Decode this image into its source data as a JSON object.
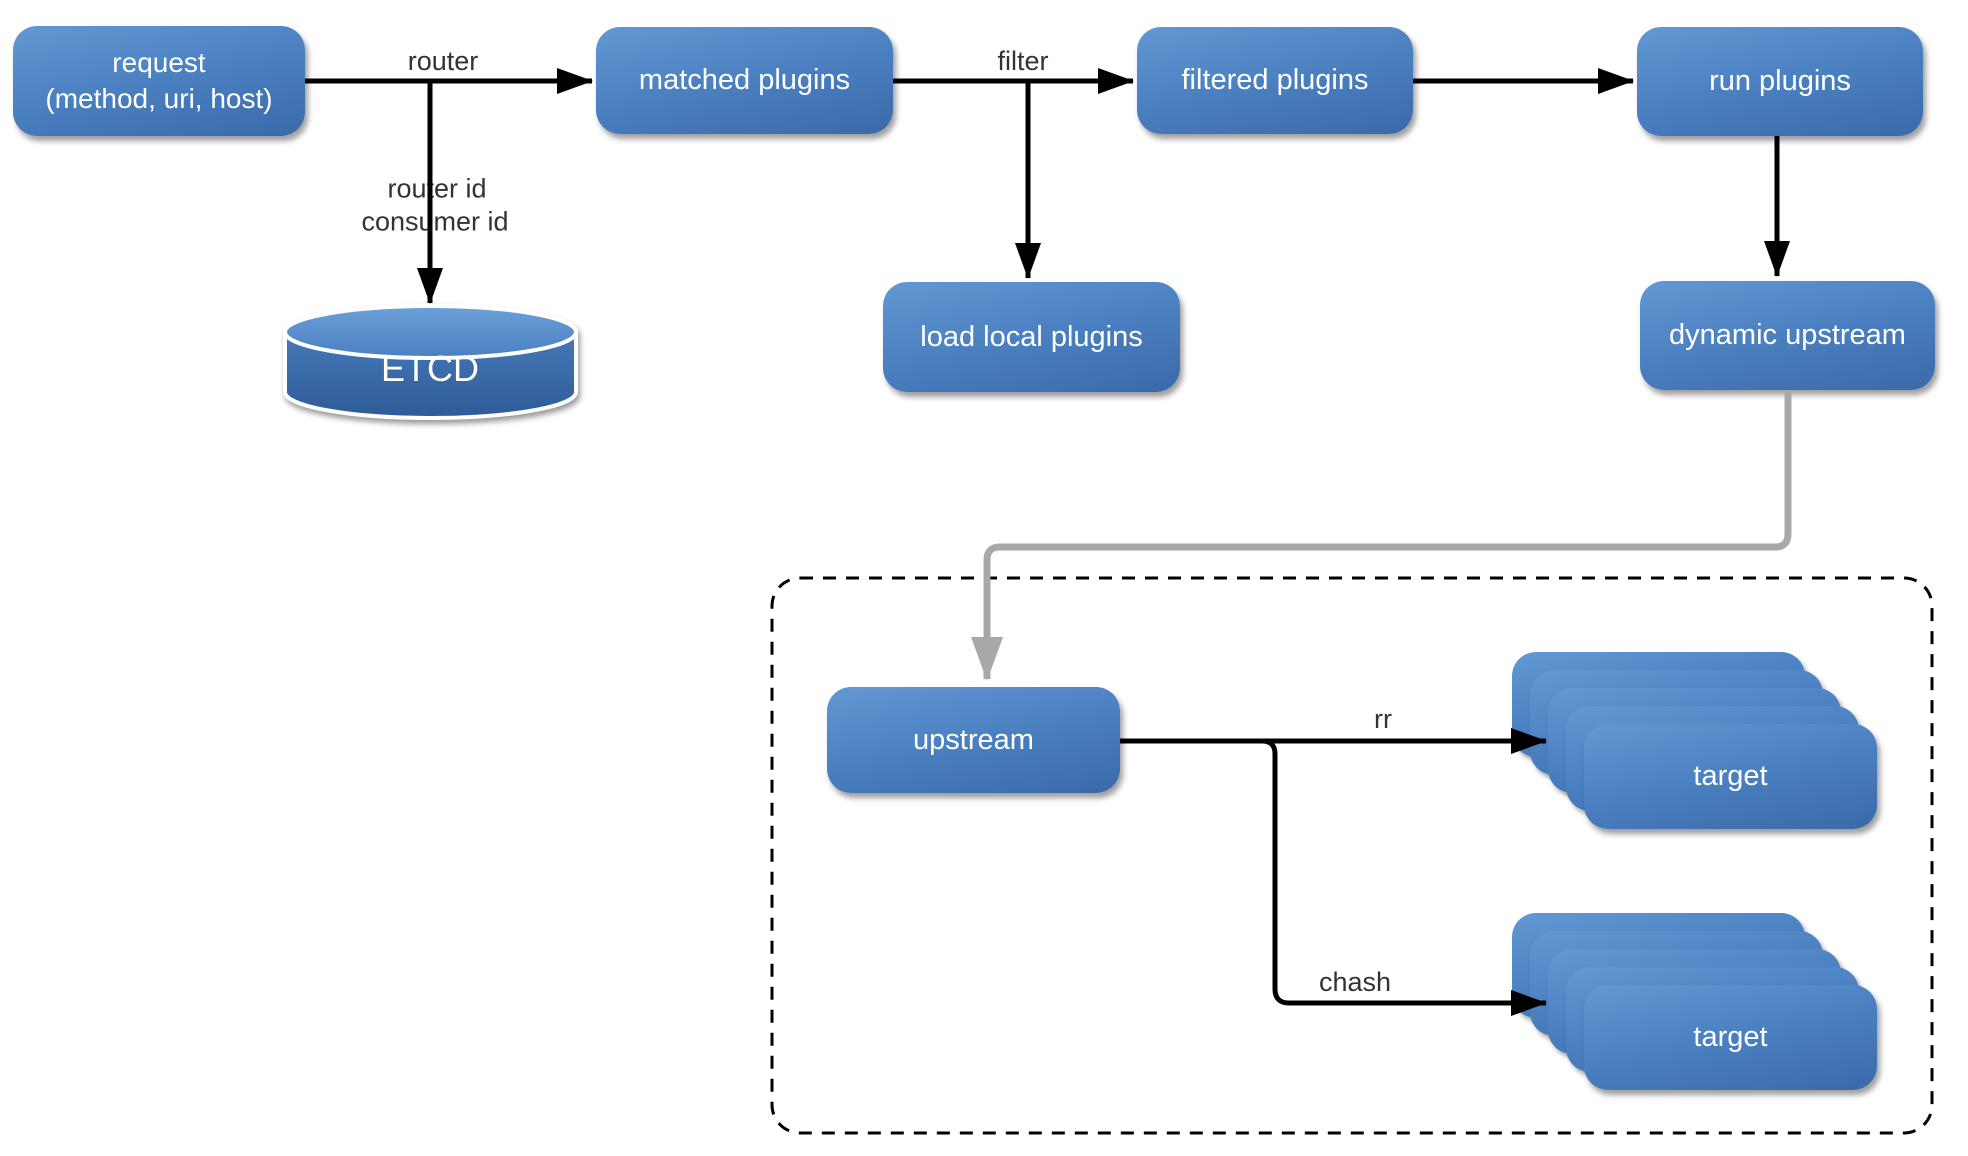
{
  "diagram": {
    "nodes": {
      "request": {
        "line1": "request",
        "line2": "(method, uri, host)"
      },
      "matched_plugins": {
        "label": "matched plugins"
      },
      "filtered_plugins": {
        "label": "filtered plugins"
      },
      "run_plugins": {
        "label": "run plugins"
      },
      "etcd": {
        "label": "ETCD"
      },
      "load_local_plugins": {
        "label": "load local plugins"
      },
      "dynamic_upstream": {
        "label": "dynamic upstream"
      },
      "upstream": {
        "label": "upstream"
      },
      "target_rr": {
        "label": "target"
      },
      "target_chash": {
        "label": "target"
      }
    },
    "edge_labels": {
      "router": "router",
      "router_id": "router id",
      "consumer_id": "consumer id",
      "filter": "filter",
      "rr": "rr",
      "chash": "chash"
    },
    "colors": {
      "node_gradient_top": "#6298d3",
      "node_gradient_bottom": "#3a69a9",
      "node_text": "#ffffff",
      "edge_label_text": "#333333",
      "arrow_black": "#000000",
      "arrow_gray": "#a8a8a8",
      "dashed_border": "#000000",
      "cylinder_top": "#6ba0d9",
      "cylinder_bottom": "#2e5b97",
      "background": "#ffffff"
    }
  }
}
